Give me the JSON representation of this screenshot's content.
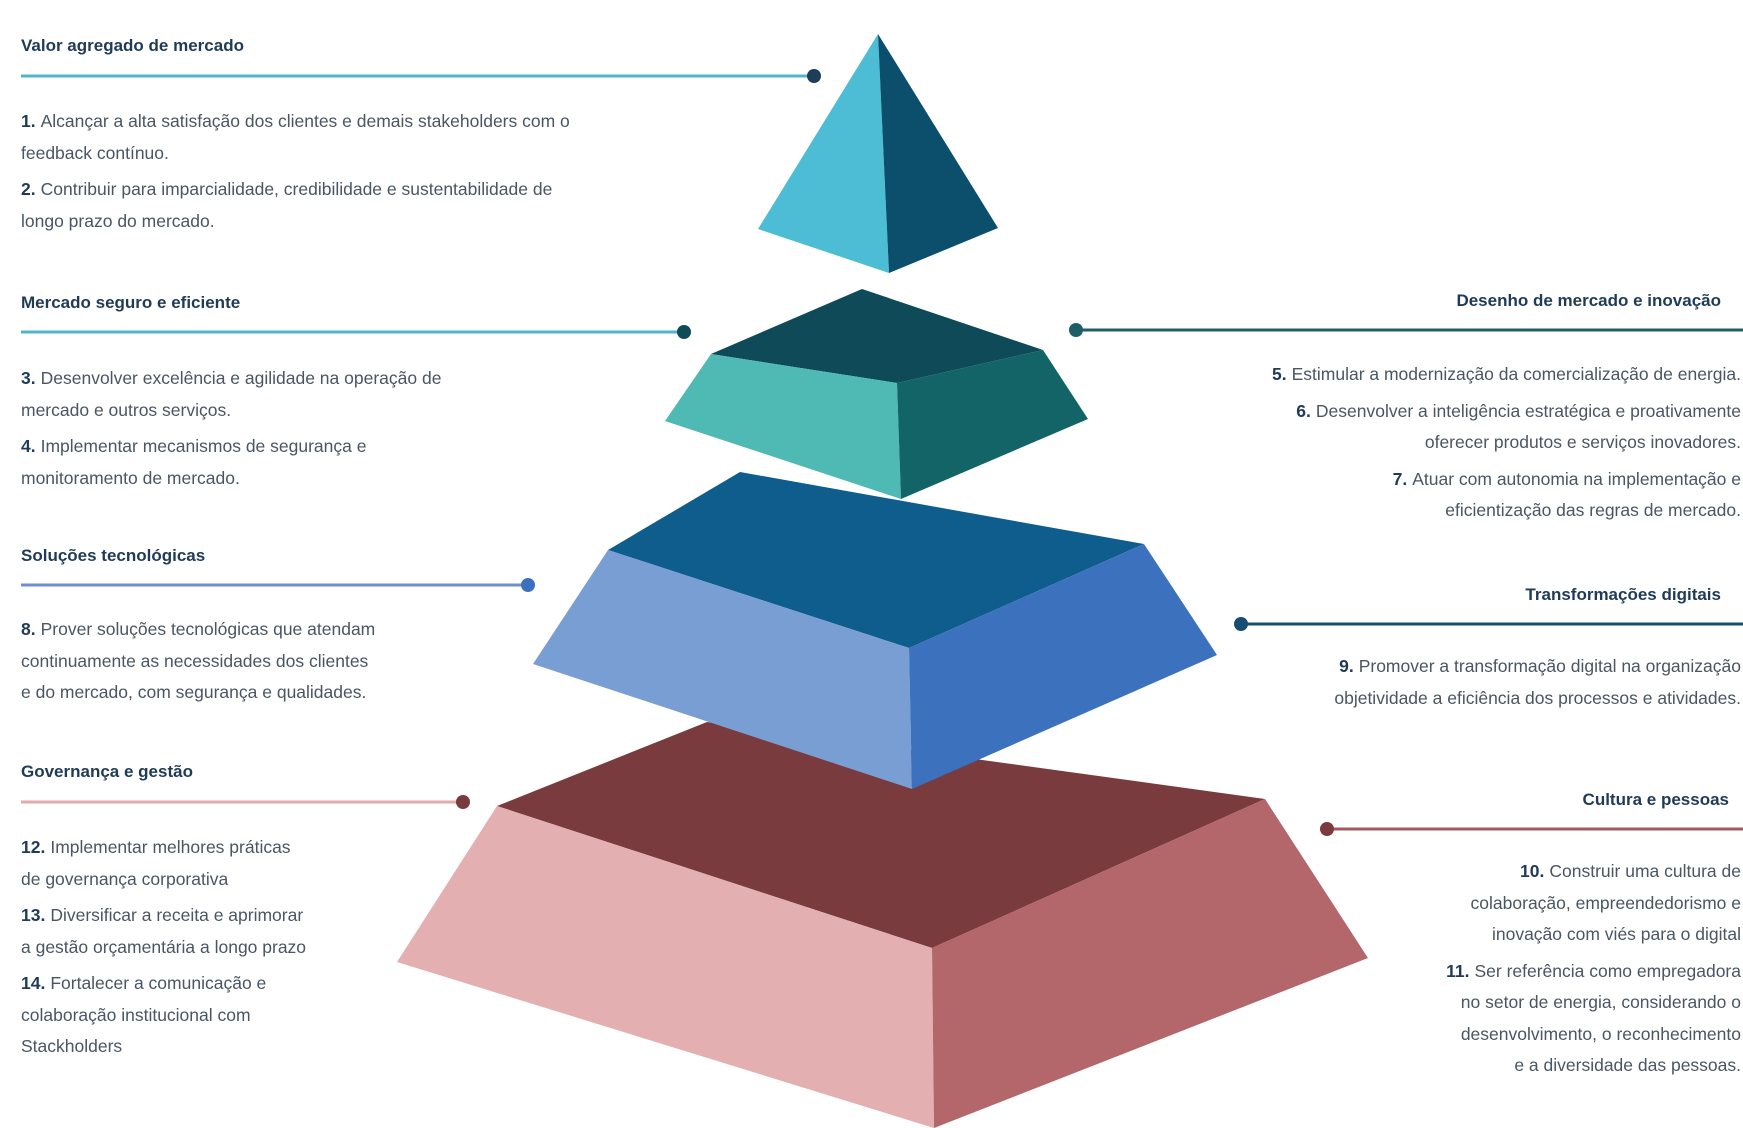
{
  "colors": {
    "cap": {
      "light": "#4dbdd6",
      "dark": "#0b4f6c"
    },
    "tier1": {
      "top": "#0e4a58",
      "left": "#4fb9b3",
      "right": "#136466"
    },
    "tier2": {
      "top": "#0f5d8c",
      "left": "#789ed4",
      "right": "#3c72bd"
    },
    "tier3": {
      "top": "#7a3b3f",
      "left": "#e4afb1",
      "right": "#b3676a"
    },
    "line_valor": "#4fb6cb",
    "dot_valor": "#1c3e58",
    "line_seguro": "#4fb6cb",
    "dot_seguro": "#0f4a56",
    "line_desenho": "#1e5e66",
    "dot_desenho": "#1e5e66",
    "line_solucoes": "#6c8fcf",
    "dot_solucoes": "#3c72bd",
    "line_transf": "#164e72",
    "dot_transf": "#164e72",
    "line_governanca": "#e4a9ad",
    "dot_governanca": "#7a3b3f",
    "line_cultura": "#a25a5f",
    "dot_cultura": "#7a3b3f"
  },
  "valor": {
    "title": "Valor agregado de mercado",
    "items": [
      {
        "num": "1.",
        "lines": [
          "Alcançar a alta satisfação dos clientes e demais stakeholders com o",
          "feedback contínuo."
        ]
      },
      {
        "num": "2.",
        "lines": [
          "Contribuir para imparcialidade, credibilidade e sustentabilidade de",
          "longo prazo do mercado."
        ]
      }
    ]
  },
  "seguro": {
    "title": "Mercado seguro e eficiente",
    "items": [
      {
        "num": "3.",
        "lines": [
          "Desenvolver excelência e agilidade na operação de",
          "mercado e outros serviços."
        ]
      },
      {
        "num": "4.",
        "lines": [
          "Implementar mecanismos de segurança e",
          "monitoramento de mercado."
        ]
      }
    ]
  },
  "desenho": {
    "title": "Desenho de mercado e inovação",
    "items": [
      {
        "num": "5.",
        "lines": [
          "Estimular a modernização da comercialização de energia."
        ]
      },
      {
        "num": "6.",
        "lines": [
          "Desenvolver a inteligência estratégica e proativamente",
          "oferecer produtos e serviços inovadores."
        ]
      },
      {
        "num": "7.",
        "lines": [
          "Atuar com autonomia na implementação e",
          "eficientização das regras de mercado."
        ]
      }
    ]
  },
  "solucoes": {
    "title": "Soluções tecnológicas",
    "items": [
      {
        "num": "8.",
        "lines": [
          "Prover soluções tecnológicas que atendam",
          "continuamente as necessidades dos clientes",
          "e do mercado, com segurança e qualidades."
        ]
      }
    ]
  },
  "transf": {
    "title": "Transformações digitais",
    "items": [
      {
        "num": "9.",
        "lines": [
          "Promover a transformação digital na organização",
          "objetividade a eficiência dos processos e atividades."
        ]
      }
    ]
  },
  "governanca": {
    "title": "Governança e gestão",
    "items": [
      {
        "num": "12.",
        "lines": [
          "Implementar melhores práticas",
          "de governança corporativa"
        ]
      },
      {
        "num": "13.",
        "lines": [
          "Diversificar a receita e aprimorar",
          "a gestão orçamentária a longo prazo"
        ]
      },
      {
        "num": "14.",
        "lines": [
          "Fortalecer a comunicação e",
          "colaboração institucional com",
          "Stackholders"
        ]
      }
    ]
  },
  "cultura": {
    "title": "Cultura e pessoas",
    "items": [
      {
        "num": "10.",
        "lines": [
          "Construir uma cultura de",
          "colaboração, empreendedorismo e",
          "inovação com viés para o digital"
        ]
      },
      {
        "num": "11.",
        "lines": [
          "Ser referência como empregadora",
          "no setor de energia, considerando o",
          "desenvolvimento, o reconhecimento",
          "e a diversidade das pessoas."
        ]
      }
    ]
  }
}
